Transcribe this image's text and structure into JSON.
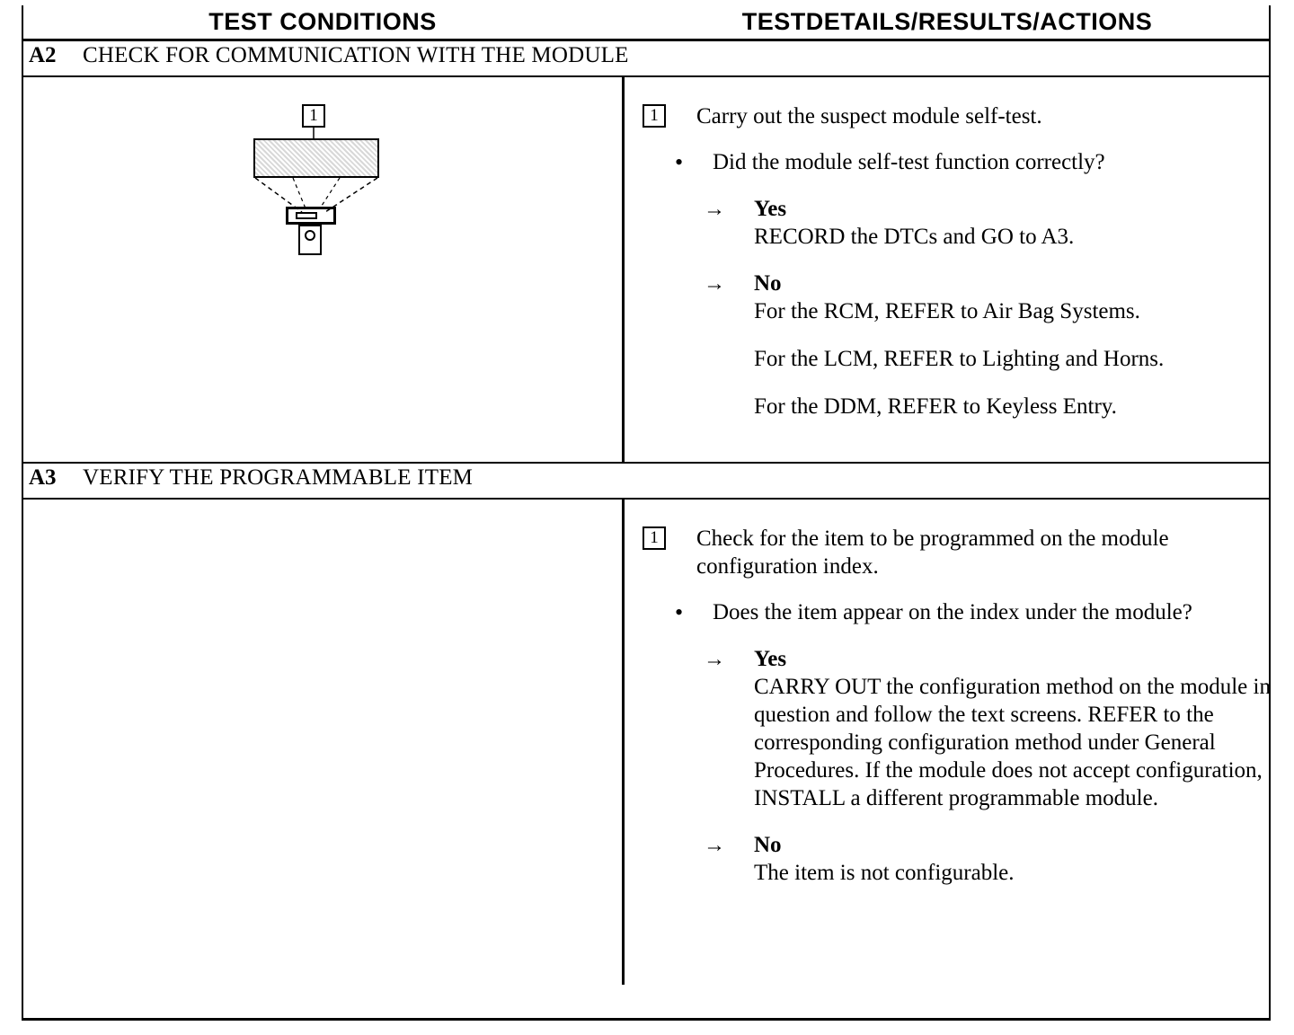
{
  "table": {
    "headers": {
      "left": "TEST CONDITIONS",
      "right": "TESTDETAILS/RESULTS/ACTIONS"
    },
    "sections": [
      {
        "code": "A2",
        "title": "CHECK FOR COMMUNICATION WITH THE MODULE",
        "illustration": {
          "callout_number": "1"
        },
        "step": {
          "number": "1",
          "text": "Carry out the suspect module self-test.",
          "bullet": "Did the module self-test function correctly?",
          "answers": [
            {
              "arrow": "→",
              "label": "Yes",
              "lines": [
                "RECORD the DTCs and GO to A3."
              ]
            },
            {
              "arrow": "→",
              "label": "No",
              "lines": [
                "For the RCM, REFER to Air Bag Systems.",
                "For the LCM, REFER to Lighting and Horns.",
                "For the DDM, REFER to  Keyless Entry."
              ]
            }
          ]
        }
      },
      {
        "code": "A3",
        "title": "VERIFY THE PROGRAMMABLE ITEM",
        "step": {
          "number": "1",
          "text": "Check for the item to be programmed on the module configuration index.",
          "bullet": "Does the item appear on the index under the module?",
          "answers": [
            {
              "arrow": "→",
              "label": "Yes",
              "lines": [
                "CARRY OUT the configuration method on the module in question and follow the text screens. REFER to the corresponding configuration method under General Procedures. If the module does not accept configuration, INSTALL a different programmable module."
              ]
            },
            {
              "arrow": "→",
              "label": "No",
              "lines": [
                "The item is not configurable."
              ]
            }
          ]
        }
      }
    ]
  }
}
